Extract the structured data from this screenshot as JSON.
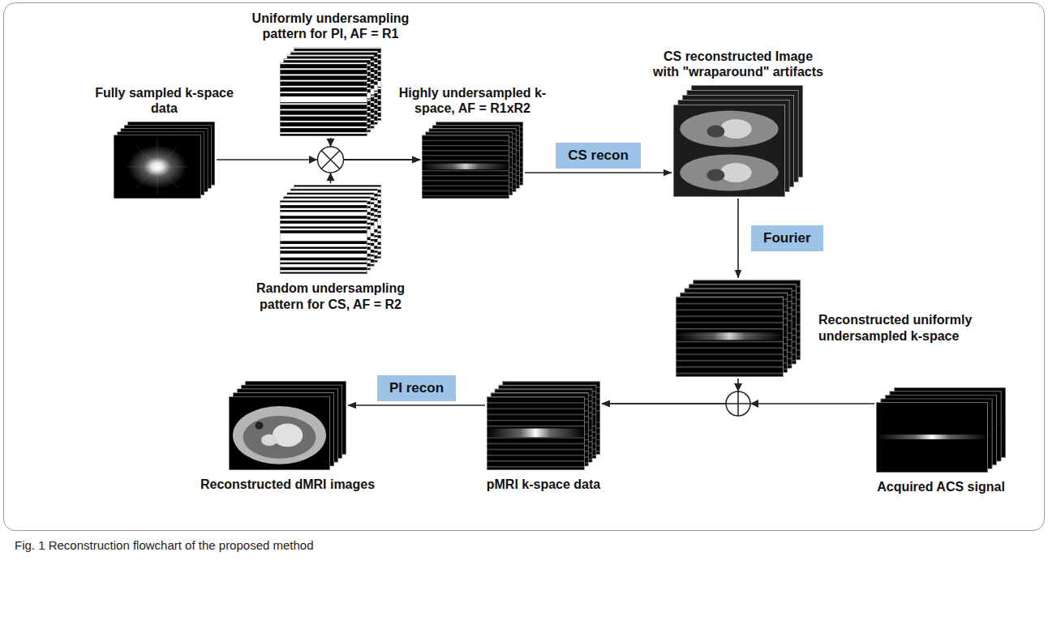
{
  "diagram": {
    "caption": "Fig. 1 Reconstruction flowchart of the proposed method",
    "nodes": [
      {
        "text": [
          "Fully sampled k-space data"
        ]
      },
      {
        "text": [
          "Uniformly undersampling pattern for PI, AF = R1"
        ]
      },
      {
        "text": [
          "Random undersampling pattern for CS, AF = R2"
        ]
      },
      {
        "text": [
          "Highly undersampled k-space, AF = R1xR2"
        ]
      },
      {
        "text": [
          "CS reconstructed Image with \"wraparound\" artifacts"
        ]
      },
      {
        "text": [
          "Reconstructed uniformly undersampled k-space"
        ]
      },
      {
        "text": [
          "Acquired ACS signal"
        ]
      },
      {
        "text": [
          "pMRI k-space data"
        ]
      },
      {
        "text": [
          "Reconstructed dMRI images"
        ]
      }
    ],
    "edges": [
      {
        "from": 0,
        "to": 3,
        "arrow": "to"
      },
      {
        "from": 1,
        "to": 3,
        "arrow": "to"
      },
      {
        "from": 2,
        "to": 3,
        "arrow": "to"
      },
      {
        "from": 3,
        "to": 4,
        "label": "CS recon",
        "arrow": "to"
      },
      {
        "from": 4,
        "to": 5,
        "label": "Fourier",
        "arrow": "to"
      },
      {
        "from": 5,
        "to": 7,
        "arrow": "to"
      },
      {
        "from": 6,
        "to": 7,
        "arrow": "to"
      },
      {
        "from": 7,
        "to": 8,
        "label": "PI recon",
        "arrow": "to"
      }
    ]
  }
}
